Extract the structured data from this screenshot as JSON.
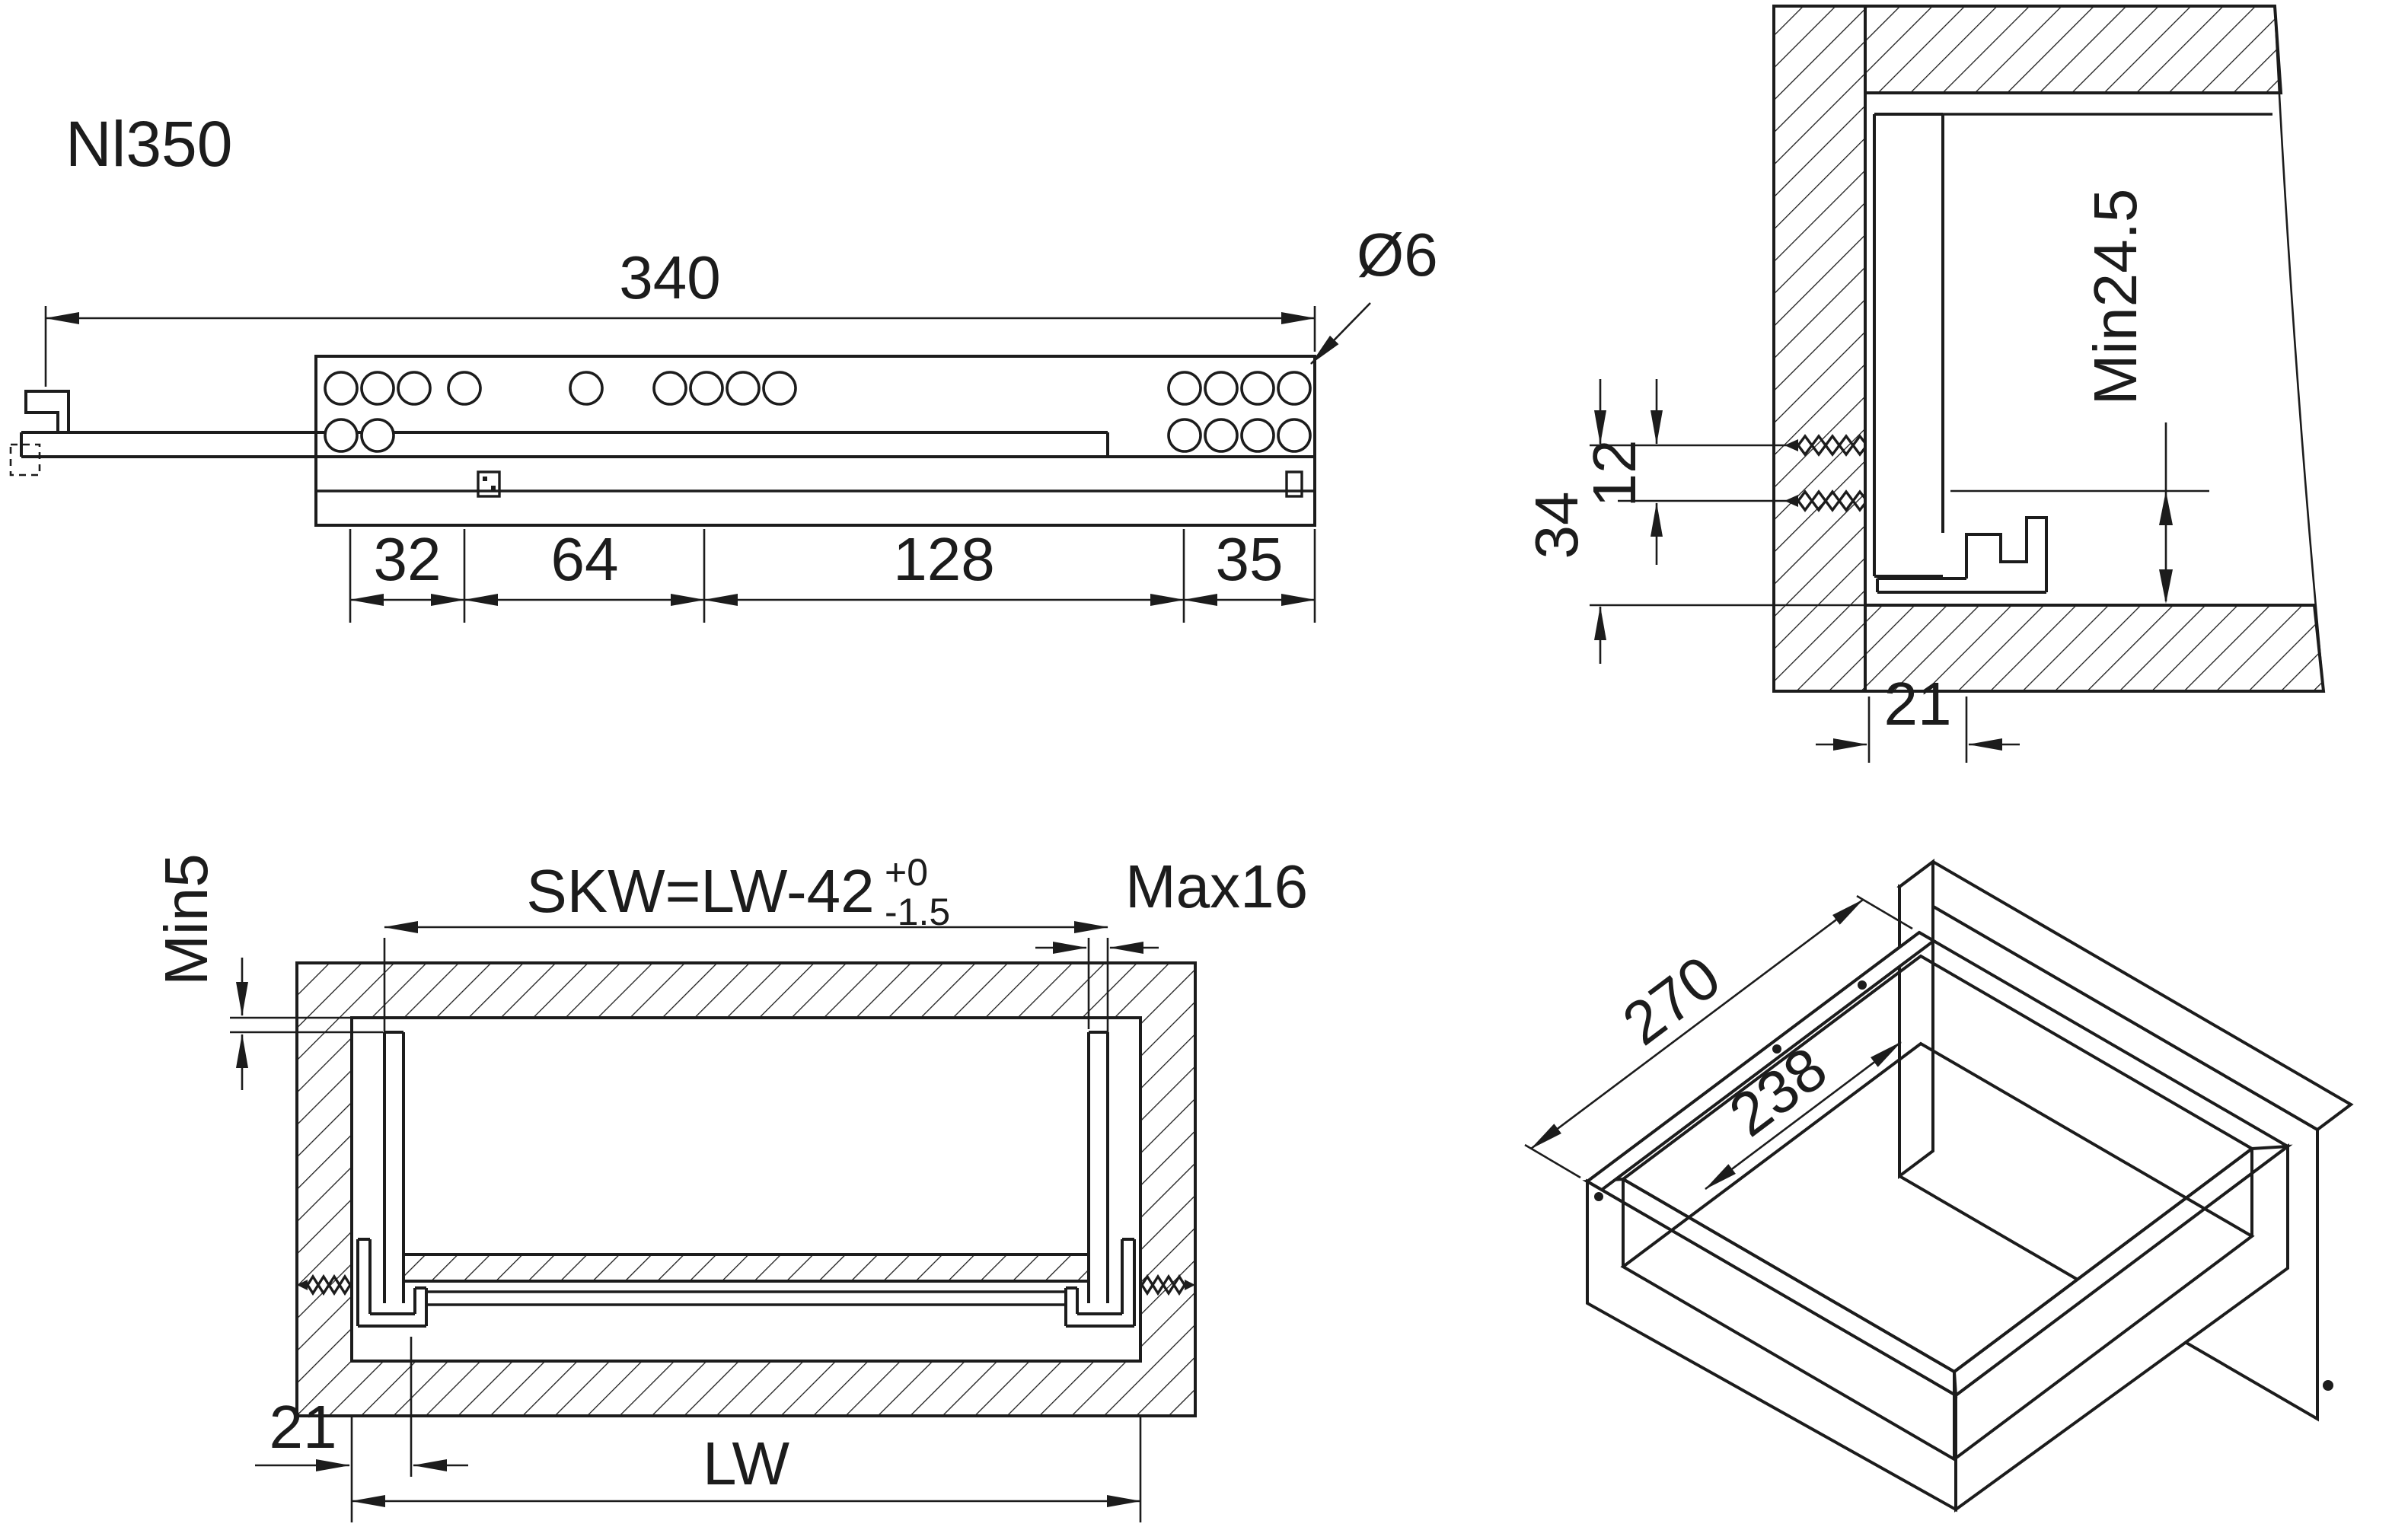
{
  "drawing": {
    "model_label": "Nl350",
    "colors": {
      "line": "#1c1c1c",
      "background": "#ffffff"
    },
    "side_view": {
      "overall_length": "340",
      "hole_diameter": "Ø6",
      "hole_pitch_a": "32",
      "hole_pitch_b": "64",
      "hole_pitch_c": "128",
      "hole_pitch_d": "35"
    },
    "mount_section": {
      "bottom_offset": "34",
      "screw_spacing": "12",
      "min_clearance": "Min24.5",
      "side_setback": "21"
    },
    "front_section": {
      "top_clearance": "Min5",
      "cut_width_formula": "SKW=LW-42",
      "tolerance_upper": "+0",
      "tolerance_lower": "-1.5",
      "panel_thickness_max": "Max16",
      "side_setback": "21",
      "inner_width": "LW"
    },
    "iso_view": {
      "slide_length": "270",
      "hole_pitch": "238"
    }
  }
}
